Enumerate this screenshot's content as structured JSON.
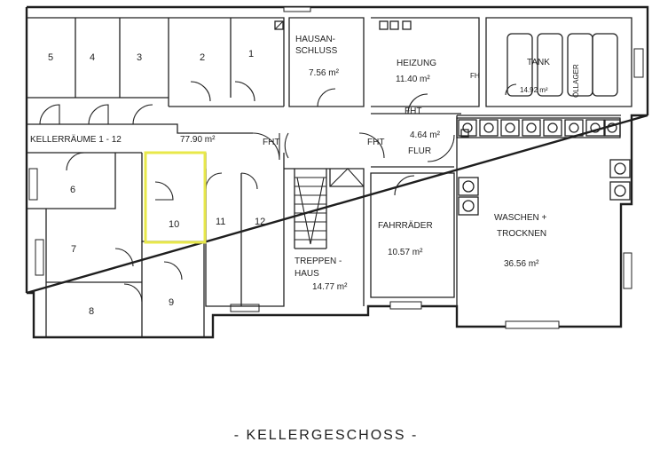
{
  "plan": {
    "floor_title": "- KELLERGESCHOSS -",
    "highlight_color": "#e8e84a",
    "rooms": {
      "r5": "5",
      "r4": "4",
      "r3": "3",
      "r2": "2",
      "r1": "1",
      "r6": "6",
      "r7": "7",
      "r8": "8",
      "r9": "9",
      "r10": "10",
      "r11": "11",
      "r12": "12",
      "kellerraeume": "KELLERRÄUME  1 - 12",
      "kellerraeume_area": "77.90 m²",
      "hausanschluss_1": "HAUSAN-",
      "hausanschluss_2": "SCHLUSS",
      "hausanschluss_area": "7.56 m²",
      "heizung": "HEIZUNG",
      "heizung_area": "11.40 m²",
      "fh_1": "FH",
      "tank": "TANK",
      "oellager": "ÖLLAGER",
      "tank_area": "14.92 m²",
      "fht_1": "FHT",
      "fht_2": "FHT",
      "fht_3": "FHT",
      "flur_area": "4.64 m²",
      "flur": "FLUR",
      "treppenhaus_1": "TREPPEN -",
      "treppenhaus_2": "HAUS",
      "treppenhaus_area": "14.77 m²",
      "fahrraeder": "FAHRRÄDER",
      "fahrraeder_area": "10.57 m²",
      "waschen_1": "WASCHEN +",
      "waschen_2": "TROCKNEN",
      "waschen_area": "36.56 m²"
    }
  }
}
